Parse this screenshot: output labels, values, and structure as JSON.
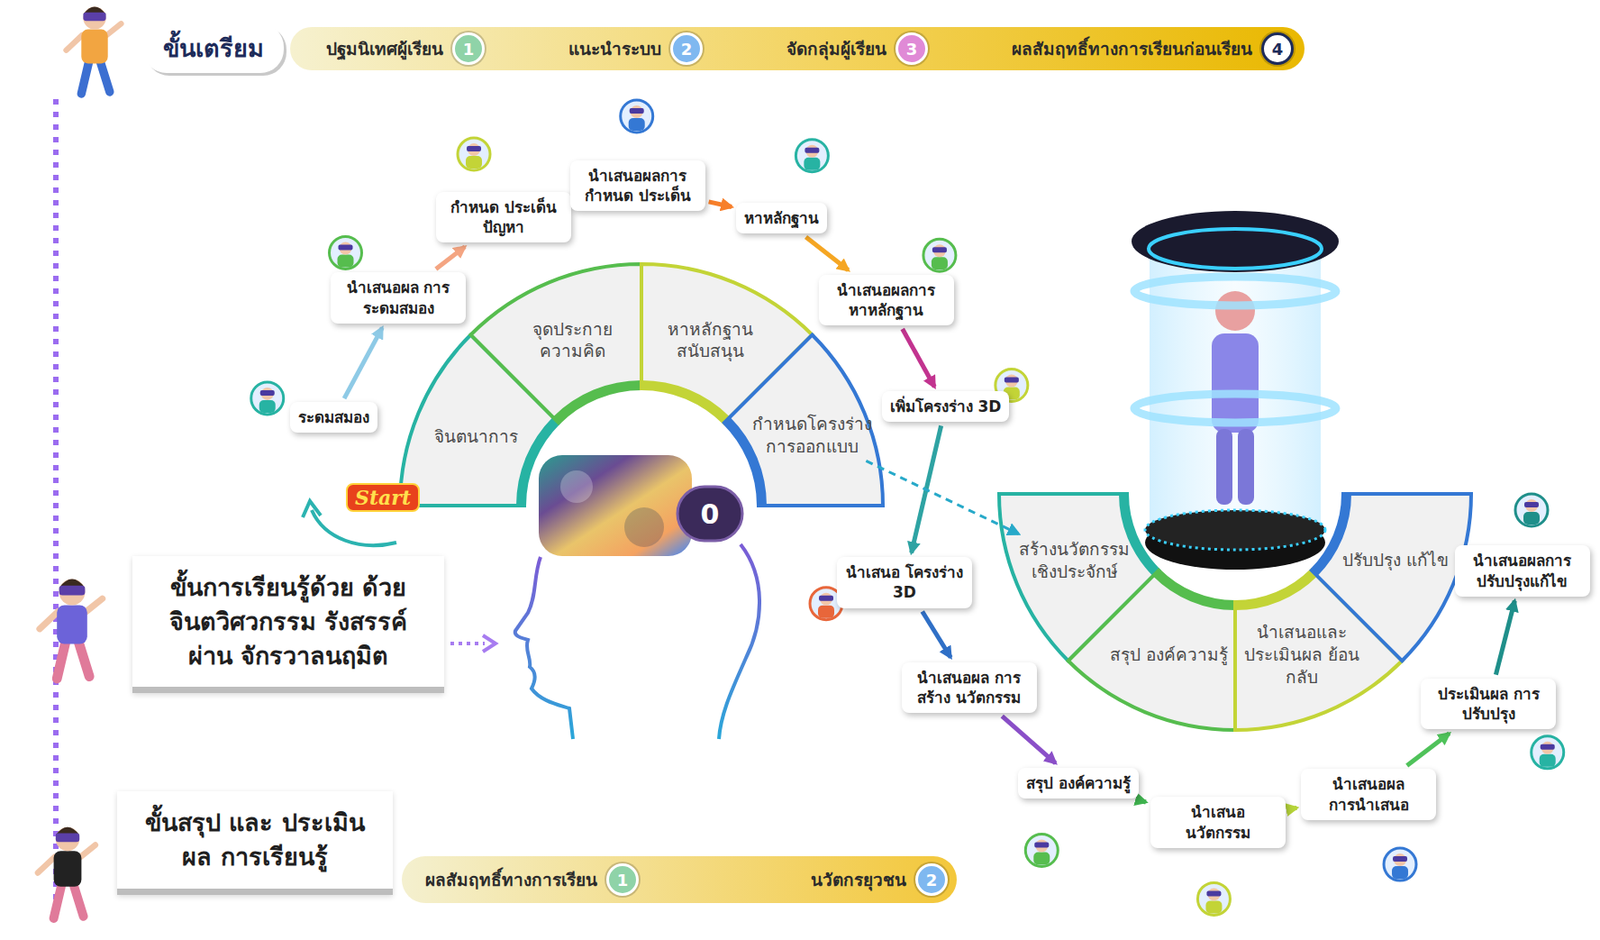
{
  "diagram": {
    "nodes": [
      {
        "text": [
          "ขั้นเตรียม"
        ]
      },
      {
        "text": [
          "ปฐมนิเทศผู้เรียน",
          "1"
        ]
      },
      {
        "text": [
          "แนะนำระบบ",
          "2"
        ]
      },
      {
        "text": [
          "จัดกลุ่มผู้เรียน",
          "3"
        ]
      },
      {
        "text": [
          "ผลสัมฤทธิ์ทางการเรียนก่อนเรียน",
          "4"
        ]
      },
      {
        "text": [
          "ขั้นการเรียนรู้ด้วย ด้วยจินตวิศวกรรม รังสรรค์ผ่าน จักรวาลนฤมิต"
        ]
      },
      {
        "text": [
          "จินตนาการ"
        ]
      },
      {
        "text": [
          "จุดประกาย ความคิด"
        ]
      },
      {
        "text": [
          "หาหลักฐาน สนับสนุน"
        ]
      },
      {
        "text": [
          "กำหนดโครงร่าง การออกแบบ"
        ]
      },
      {
        "text": [
          "ระดมสมอง"
        ]
      },
      {
        "text": [
          "นำเสนอผล การระดมสมอง"
        ]
      },
      {
        "text": [
          "กำหนด ประเด็น ปัญหา"
        ]
      },
      {
        "text": [
          "นำเสนอผลการ กำหนด ประเด็น"
        ]
      },
      {
        "text": [
          "หาหลักฐาน"
        ]
      },
      {
        "text": [
          "นำเสนอผลการ หาหลักฐาน"
        ]
      },
      {
        "text": [
          "เพิ่มโครงร่าง 3D"
        ]
      },
      {
        "text": [
          "นำเสนอ โครงร่าง 3D"
        ]
      },
      {
        "text": [
          "สร้างนวัตกรรม เชิงประจักษ์"
        ]
      },
      {
        "text": [
          "สรุป องค์ความรู้"
        ]
      },
      {
        "text": [
          "นำเสนอและ ประเมินผล ย้อนกลับ"
        ]
      },
      {
        "text": [
          "ปรับปรุง แก้ไข"
        ]
      },
      {
        "text": [
          "นำเสนอผล การสร้าง นวัตกรรม"
        ]
      },
      {
        "text": [
          "สรุป องค์ความรู้"
        ]
      },
      {
        "text": [
          "นำเสนอ นวัตกรรม"
        ]
      },
      {
        "text": [
          "นำเสนอผล การนำเสนอ"
        ]
      },
      {
        "text": [
          "ประเมินผล การปรับปรุง"
        ]
      },
      {
        "text": [
          "นำเสนอผลการ ปรับปรุงแก้ไข"
        ]
      },
      {
        "text": [
          "ขั้นสรุป และ ประเมินผล การเรียนรู้"
        ]
      },
      {
        "text": [
          "ผลสัมฤทธิ์ทางการเรียน",
          "1"
        ]
      },
      {
        "text": [
          "นวัตกรยุวชน",
          "2"
        ]
      }
    ],
    "edges": [
      {
        "from": 10,
        "to": 11,
        "arrow": "to"
      },
      {
        "from": 11,
        "to": 12,
        "arrow": "to"
      },
      {
        "from": 12,
        "to": 13,
        "arrow": "to"
      },
      {
        "from": 13,
        "to": 14,
        "arrow": "to"
      },
      {
        "from": 14,
        "to": 15,
        "arrow": "to"
      },
      {
        "from": 15,
        "to": 16,
        "arrow": "to"
      },
      {
        "from": 16,
        "to": 17,
        "arrow": "to"
      },
      {
        "from": 17,
        "to": 22,
        "arrow": "to"
      },
      {
        "from": 22,
        "to": 23,
        "arrow": "to"
      },
      {
        "from": 23,
        "to": 24,
        "arrow": "to"
      },
      {
        "from": 24,
        "to": 25,
        "arrow": "to"
      },
      {
        "from": 25,
        "to": 26,
        "arrow": "to"
      },
      {
        "from": 26,
        "to": 27,
        "arrow": "to"
      },
      {
        "from": 9,
        "to": 18,
        "arrow": "to"
      }
    ],
    "labels": [
      "Start",
      "0"
    ]
  }
}
